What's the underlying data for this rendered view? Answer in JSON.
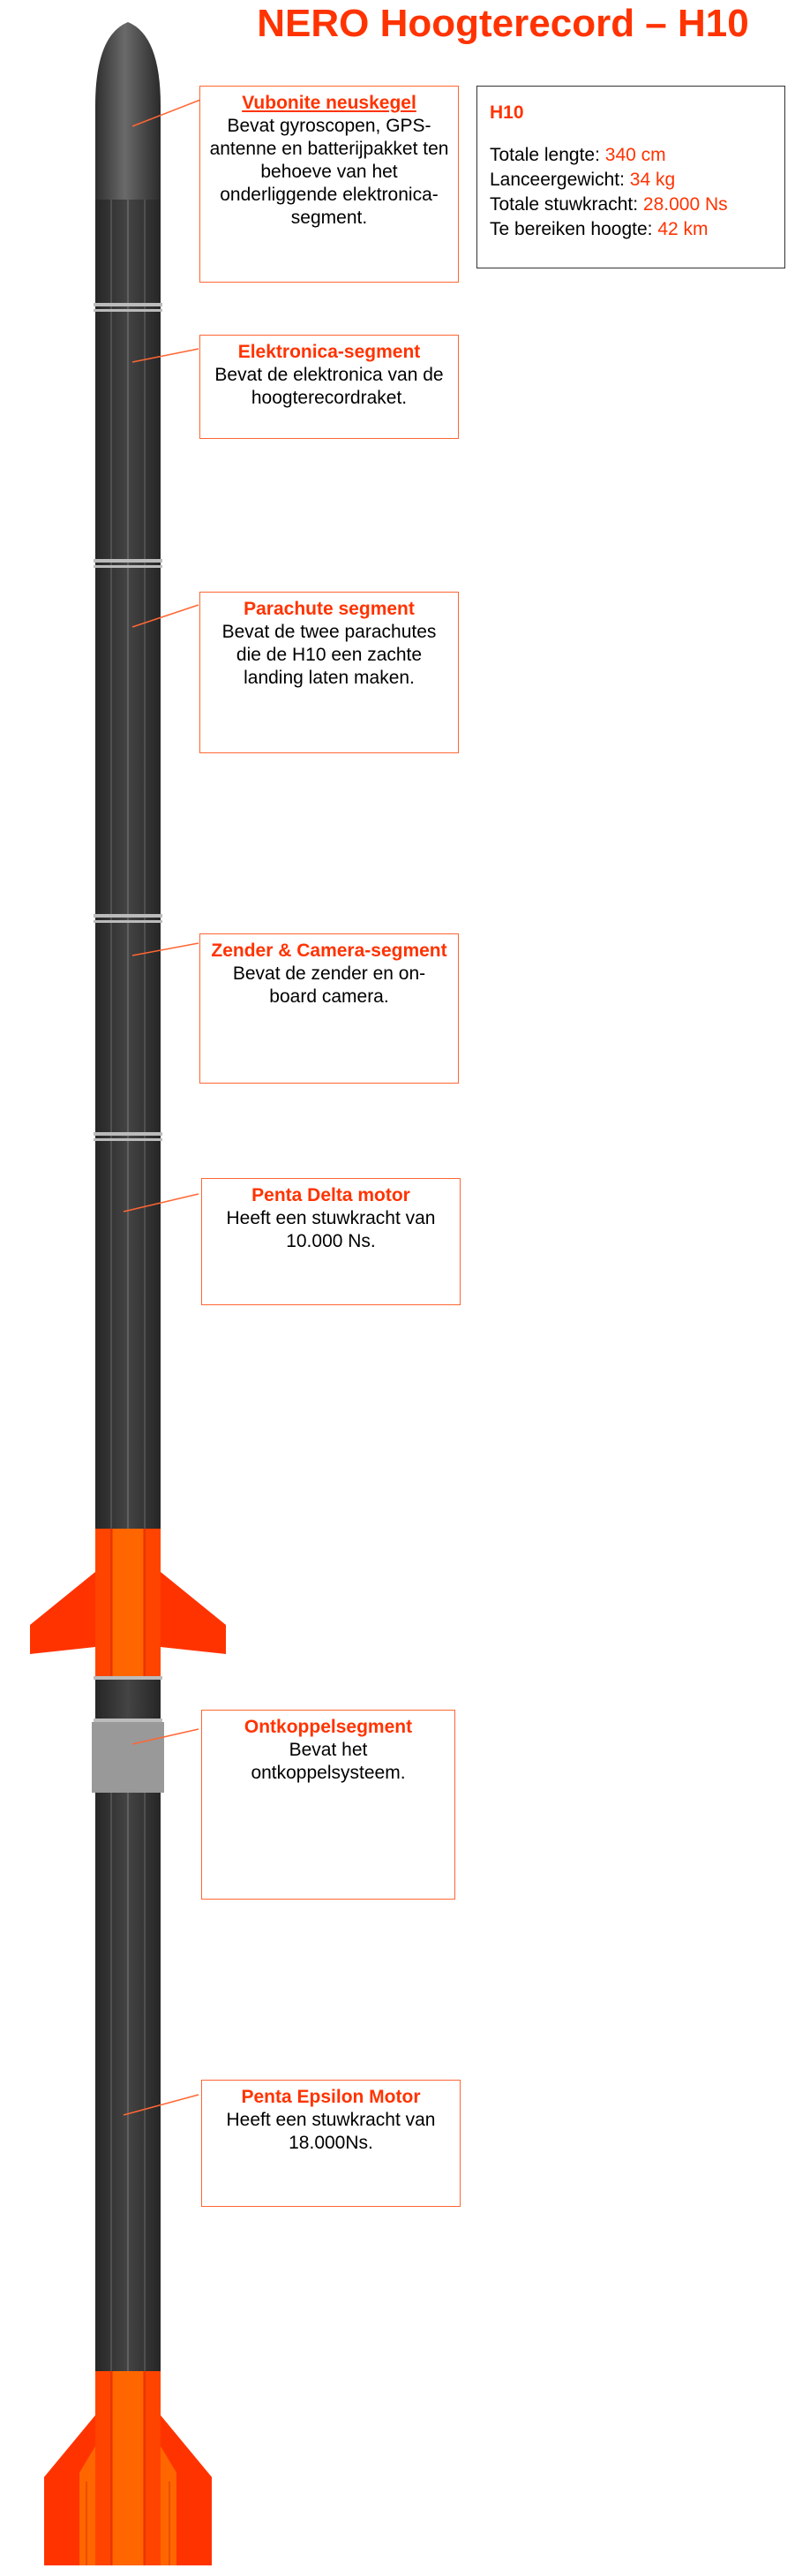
{
  "title": "NERO Hoogterecord – H10",
  "specs": {
    "heading": "H10",
    "rows": [
      {
        "label": "Totale lengte:",
        "value": "340 cm"
      },
      {
        "label": "Lanceergewicht:",
        "value": "34 kg"
      },
      {
        "label": "Totale stuwkracht:",
        "value": "28.000 Ns"
      },
      {
        "label": "Te bereiken hoogte:",
        "value": "42 km"
      }
    ]
  },
  "callouts": [
    {
      "title": "Vubonite neuskegel",
      "desc": "Bevat gyroscopen, GPS-antenne en batterijpakket ten behoeve van het onderliggende elektronica-segment."
    },
    {
      "title": "Elektronica-segment",
      "desc": "Bevat de elektronica van de hoogterecordraket."
    },
    {
      "title": "Parachute segment",
      "desc": "Bevat de twee parachutes die de H10 een zachte landing laten maken."
    },
    {
      "title": "Zender & Camera-segment",
      "desc": "Bevat de zender en on-board camera."
    },
    {
      "title": "Penta Delta motor",
      "desc": "Heeft een stuwkracht van 10.000 Ns."
    },
    {
      "title": "Ontkoppelsegment",
      "desc": "Bevat het ontkoppelsysteem."
    },
    {
      "title": "Penta Epsilon Motor",
      "desc": "Heeft een stuwkracht van 18.000Ns."
    }
  ],
  "colors": {
    "body": "#333333",
    "nose": "#4a4a4a",
    "fin": "#ff3300",
    "fin_center": "#ff6600",
    "coupler": "#999999",
    "accent": "#ff3300"
  }
}
